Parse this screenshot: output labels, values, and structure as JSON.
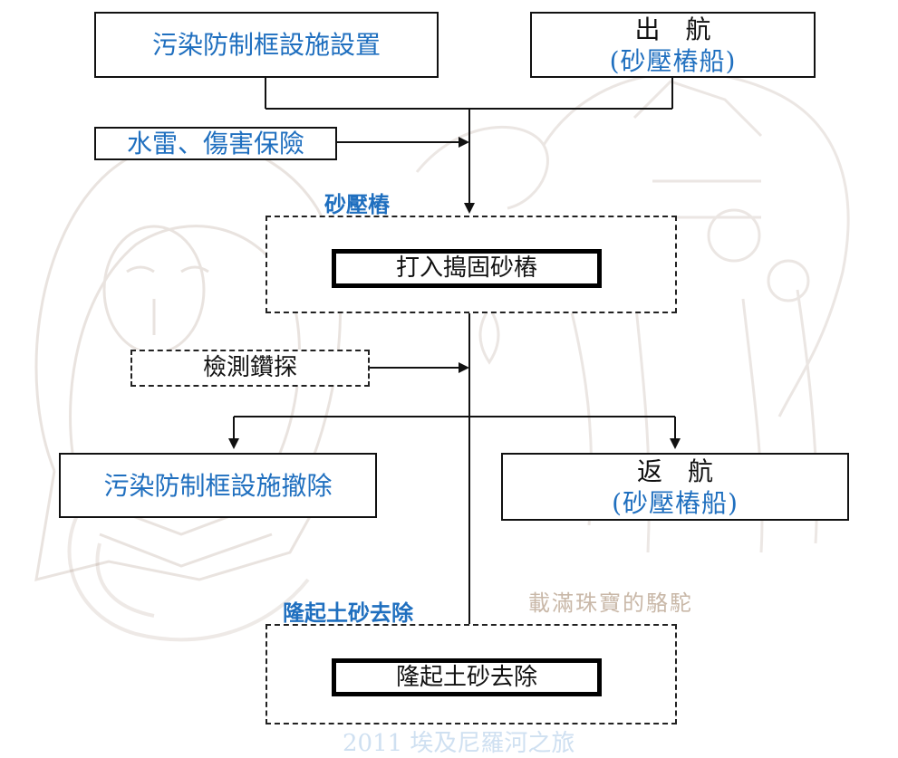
{
  "boxes": {
    "pollution_setup": "污染防制框設施設置",
    "depart_title": "出　航",
    "depart_sub": "(砂壓樁船)",
    "mine_insurance": "水雷、傷害保險",
    "drive_pile": "打入搗固砂樁",
    "survey": "檢測鑽探",
    "pollution_removal": "污染防制框設施撤除",
    "return_title": "返　航",
    "return_sub": "(砂壓樁船)",
    "uplift_remove": "隆起土砂去除"
  },
  "sections": {
    "sand_pile": "砂壓樁",
    "uplift": "隆起土砂去除"
  },
  "marks": {
    "caption": "載滿珠寶的駱駝",
    "footer": "2011 埃及尼羅河之旅"
  },
  "colors": {
    "accent": "#1f6fbf",
    "line": "#111111",
    "watermark": "#c9b8a8"
  }
}
